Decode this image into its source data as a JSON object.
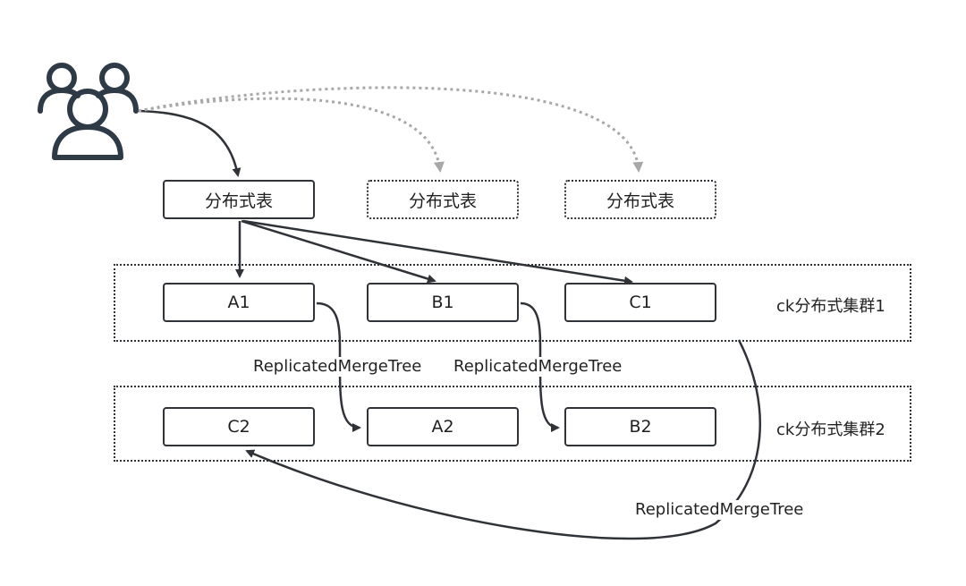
{
  "top_tables": {
    "main": "分布式表",
    "ghost_1": "分布式表",
    "ghost_2": "分布式表"
  },
  "cluster1": {
    "label": "ck分布式集群1",
    "nodes": [
      "A1",
      "B1",
      "C1"
    ]
  },
  "cluster2": {
    "label": "ck分布式集群2",
    "nodes": [
      "C2",
      "A2",
      "B2"
    ]
  },
  "replication_labels": {
    "a1_to_a2": "ReplicatedMergeTree",
    "b1_to_b2": "ReplicatedMergeTree",
    "c1_to_c2": "ReplicatedMergeTree"
  },
  "icons": {
    "users": "users-icon"
  },
  "colors": {
    "stroke": "#2f3338",
    "dotted_arrow": "#a8a8a8"
  }
}
